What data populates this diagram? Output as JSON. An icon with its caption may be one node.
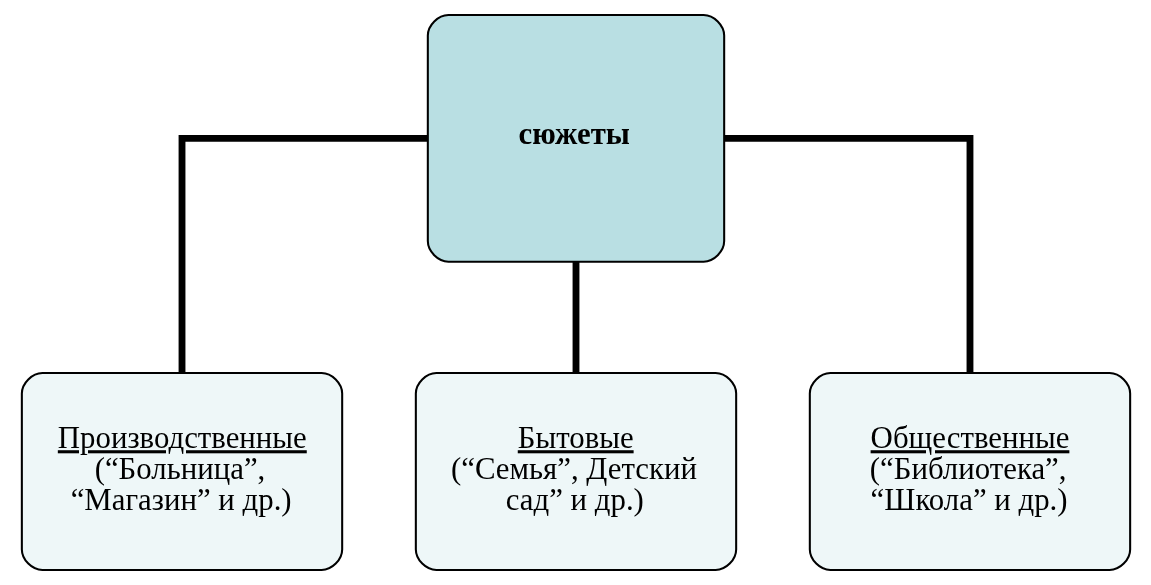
{
  "diagram": {
    "nodes": [
      {
        "text": [
          "сюжеты"
        ]
      },
      {
        "text": [
          "Производственные",
          "(“Больница”, “Магазин” и др.)"
        ]
      },
      {
        "text": [
          "Бытовые",
          "(“Семья”, Детский сад” и др.)"
        ]
      },
      {
        "text": [
          "Общественные",
          "(“Библиотека”, “Школа” и др.)"
        ]
      }
    ],
    "edges": [
      {
        "from": 0,
        "to": 1,
        "arrow": "none"
      },
      {
        "from": 0,
        "to": 2,
        "arrow": "none"
      },
      {
        "from": 0,
        "to": 3,
        "arrow": "none"
      }
    ]
  }
}
